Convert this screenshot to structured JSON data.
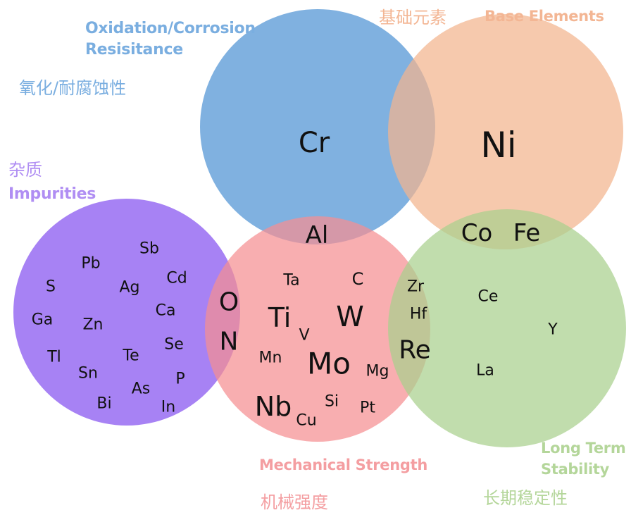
{
  "colors": {
    "oxidation": "#6ea6dc",
    "base": "#f2b48e",
    "impurities": "#a077f3",
    "mechanical": "#f58f91",
    "stability": "#a9d08e",
    "ink": "#111111",
    "ox_label": "#7aaee0",
    "base_label": "#f3b694",
    "imp_label": "#b08ef3",
    "mech_label": "#f49ea1",
    "stab_label": "#b4d69a"
  },
  "labels": {
    "oxidation_en": "Oxidation/Corrosion Resisitance",
    "oxidation_cn": "氧化/耐腐蚀性",
    "base_cn": "基础元素",
    "base_en": "Base Elements",
    "impurities_cn": "杂质",
    "impurities_en": "Impurities",
    "mechanical_en": "Mechanical Strength",
    "mechanical_cn": "机械强度",
    "stability_en": "Long Term Stability",
    "stability_cn": "长期稳定性"
  },
  "elements": {
    "oxidation": [
      "Cr"
    ],
    "base": [
      "Ni"
    ],
    "oxidation_mechanical": [
      "Al"
    ],
    "base_stability": [
      "Co",
      "Fe"
    ],
    "impurities_mechanical": [
      "O",
      "N"
    ],
    "mechanical": [
      "Ta",
      "C",
      "Ti",
      "W",
      "V",
      "Mn",
      "Mo",
      "Mg",
      "Nb",
      "Cu",
      "Si",
      "Pt"
    ],
    "mechanical_stability": [
      "Zr",
      "Hf",
      "Re"
    ],
    "stability": [
      "Ce",
      "Y",
      "La"
    ],
    "impurities": [
      "Sb",
      "Pb",
      "Cd",
      "S",
      "Ag",
      "Ca",
      "Ga",
      "Zn",
      "Se",
      "Tl",
      "Te",
      "Sn",
      "P",
      "As",
      "Bi",
      "In"
    ]
  }
}
